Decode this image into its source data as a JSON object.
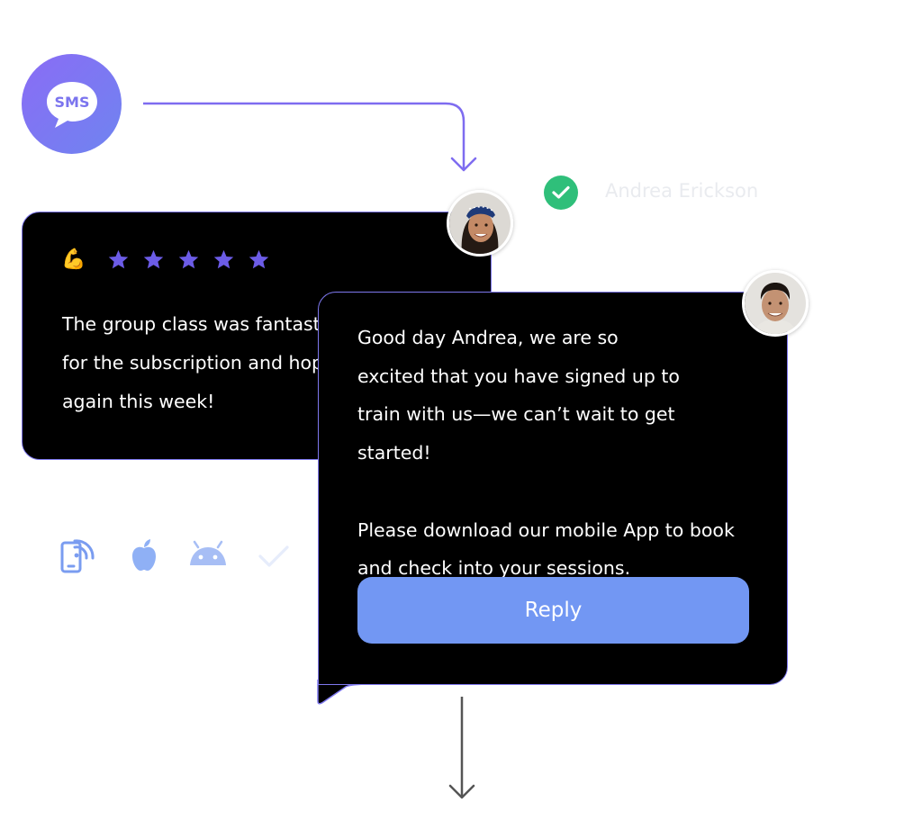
{
  "sms_badge": {
    "label": "SMS"
  },
  "verified": {
    "name": "Andrea Erickson",
    "icon": "check-circle-icon"
  },
  "review": {
    "emoji": "💪",
    "rating": 5,
    "rating_max": 5,
    "lines": [
      "The group class was fantasti",
      "for the subscription and hop",
      "again this week!"
    ]
  },
  "message": {
    "paragraph1": [
      "Good day Andrea, we are so",
      "excited that you have signed up to",
      "train with us—we can’t wait to get started!"
    ],
    "paragraph2": [
      "Please download our mobile App to book",
      "and check into your sessions."
    ],
    "reply_label": "Reply"
  },
  "platform_icons": [
    "phone-wireless-icon",
    "apple-icon",
    "android-icon",
    "check-icon"
  ],
  "colors": {
    "accent": "#7e78ee",
    "star": "#6c5ce7",
    "reply_button": "#7297f3",
    "verified_green": "#2fbf7a",
    "card_background": "#000000",
    "platform_icon": "#7a9cf0"
  }
}
